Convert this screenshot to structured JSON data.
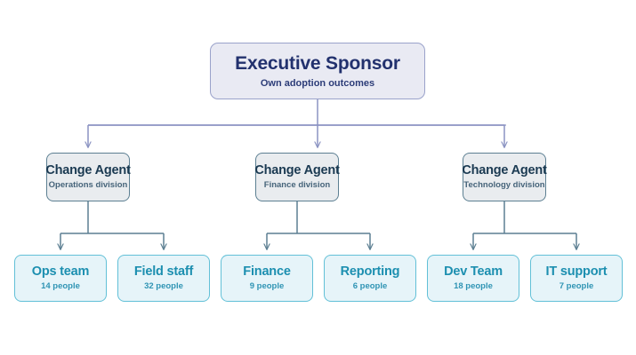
{
  "diagram": {
    "type": "org-chart",
    "background_color": "#ffffff",
    "levels": 3,
    "colors": {
      "exec_fill": "#e9eaf3",
      "exec_border": "#9aa2ca",
      "exec_text": "#22316e",
      "agent_fill": "#e9ecef",
      "agent_border": "#5c7f92",
      "agent_text": "#1b3a52",
      "team_fill": "#e6f4f9",
      "team_border": "#62c0d7",
      "team_text": "#1c8fb0",
      "connector_level1": "#8b93c2",
      "connector_level2": "#5c7f92"
    }
  },
  "executive": {
    "title": "Executive Sponsor",
    "subtitle": "Own adoption outcomes"
  },
  "agents": [
    {
      "title": "Change Agent",
      "subtitle": "Operations division"
    },
    {
      "title": "Change Agent",
      "subtitle": "Finance division"
    },
    {
      "title": "Change Agent",
      "subtitle": "Technology division"
    }
  ],
  "teams": [
    {
      "title": "Ops team",
      "subtitle": "14 people",
      "count": 14,
      "parent": "Operations division"
    },
    {
      "title": "Field staff",
      "subtitle": "32 people",
      "count": 32,
      "parent": "Operations division"
    },
    {
      "title": "Finance",
      "subtitle": "9 people",
      "count": 9,
      "parent": "Finance division"
    },
    {
      "title": "Reporting",
      "subtitle": "6 people",
      "count": 6,
      "parent": "Finance division"
    },
    {
      "title": "Dev Team",
      "subtitle": "18 people",
      "count": 18,
      "parent": "Technology division"
    },
    {
      "title": "IT support",
      "subtitle": "7 people",
      "count": 7,
      "parent": "Technology division"
    }
  ]
}
